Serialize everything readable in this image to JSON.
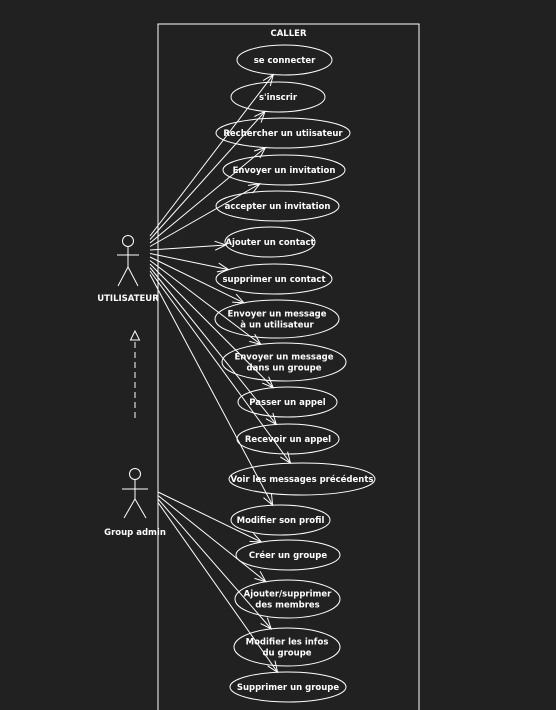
{
  "diagram": {
    "type": "use-case",
    "system_boundary": {
      "title": "CALLER"
    },
    "colors": {
      "background": "#212121",
      "stroke": "#ffffff",
      "text": "#ffffff"
    },
    "actors": [
      {
        "id": "utilisateur",
        "name": "UTILISATEUR"
      },
      {
        "id": "group-admin",
        "name": "Group admin"
      }
    ],
    "generalization": {
      "from": "group-admin",
      "to": "utilisateur",
      "style": "dashed"
    },
    "use_cases": [
      {
        "id": "se-connecter",
        "lines": [
          "se connecter"
        ]
      },
      {
        "id": "s-inscrir",
        "lines": [
          "s'inscrir"
        ]
      },
      {
        "id": "rechercher-utilisateur",
        "lines": [
          "Rechercher un utiisateur"
        ]
      },
      {
        "id": "envoyer-invitation",
        "lines": [
          "Envoyer un invitation"
        ]
      },
      {
        "id": "accepter-invitation",
        "lines": [
          "accepter un invitation"
        ]
      },
      {
        "id": "ajouter-contact",
        "lines": [
          "Ajouter un contact"
        ]
      },
      {
        "id": "supprimer-contact",
        "lines": [
          "supprimer un contact"
        ]
      },
      {
        "id": "envoyer-message-utilisateur",
        "lines": [
          "Envoyer un message",
          "à un utilisateur"
        ]
      },
      {
        "id": "envoyer-message-groupe",
        "lines": [
          "Envoyer un message",
          "dans un groupe"
        ]
      },
      {
        "id": "passer-appel",
        "lines": [
          "Passer un appel"
        ]
      },
      {
        "id": "recevoir-appel",
        "lines": [
          "Recevoir un appel"
        ]
      },
      {
        "id": "voir-messages",
        "lines": [
          "Voir les messages précédents"
        ]
      },
      {
        "id": "modifier-profil",
        "lines": [
          "Modifier son profil"
        ]
      },
      {
        "id": "creer-groupe",
        "lines": [
          "Créer un groupe"
        ]
      },
      {
        "id": "ajouter-supprimer-membres",
        "lines": [
          "Ajouter/supprimer",
          "des membres"
        ]
      },
      {
        "id": "modifier-infos-groupe",
        "lines": [
          "Modifier les infos",
          "du groupe"
        ]
      },
      {
        "id": "supprimer-groupe",
        "lines": [
          "Supprimer un groupe"
        ]
      }
    ],
    "associations": [
      {
        "actor": "utilisateur",
        "use_case": "se-connecter"
      },
      {
        "actor": "utilisateur",
        "use_case": "s-inscrir"
      },
      {
        "actor": "utilisateur",
        "use_case": "rechercher-utilisateur"
      },
      {
        "actor": "utilisateur",
        "use_case": "envoyer-invitation"
      },
      {
        "actor": "utilisateur",
        "use_case": "ajouter-contact"
      },
      {
        "actor": "utilisateur",
        "use_case": "supprimer-contact"
      },
      {
        "actor": "utilisateur",
        "use_case": "envoyer-message-utilisateur"
      },
      {
        "actor": "utilisateur",
        "use_case": "envoyer-message-groupe"
      },
      {
        "actor": "utilisateur",
        "use_case": "passer-appel"
      },
      {
        "actor": "utilisateur",
        "use_case": "recevoir-appel"
      },
      {
        "actor": "utilisateur",
        "use_case": "voir-messages"
      },
      {
        "actor": "utilisateur",
        "use_case": "modifier-profil"
      },
      {
        "actor": "group-admin",
        "use_case": "creer-groupe"
      },
      {
        "actor": "group-admin",
        "use_case": "ajouter-supprimer-membres"
      },
      {
        "actor": "group-admin",
        "use_case": "modifier-infos-groupe"
      },
      {
        "actor": "group-admin",
        "use_case": "supprimer-groupe"
      }
    ]
  }
}
